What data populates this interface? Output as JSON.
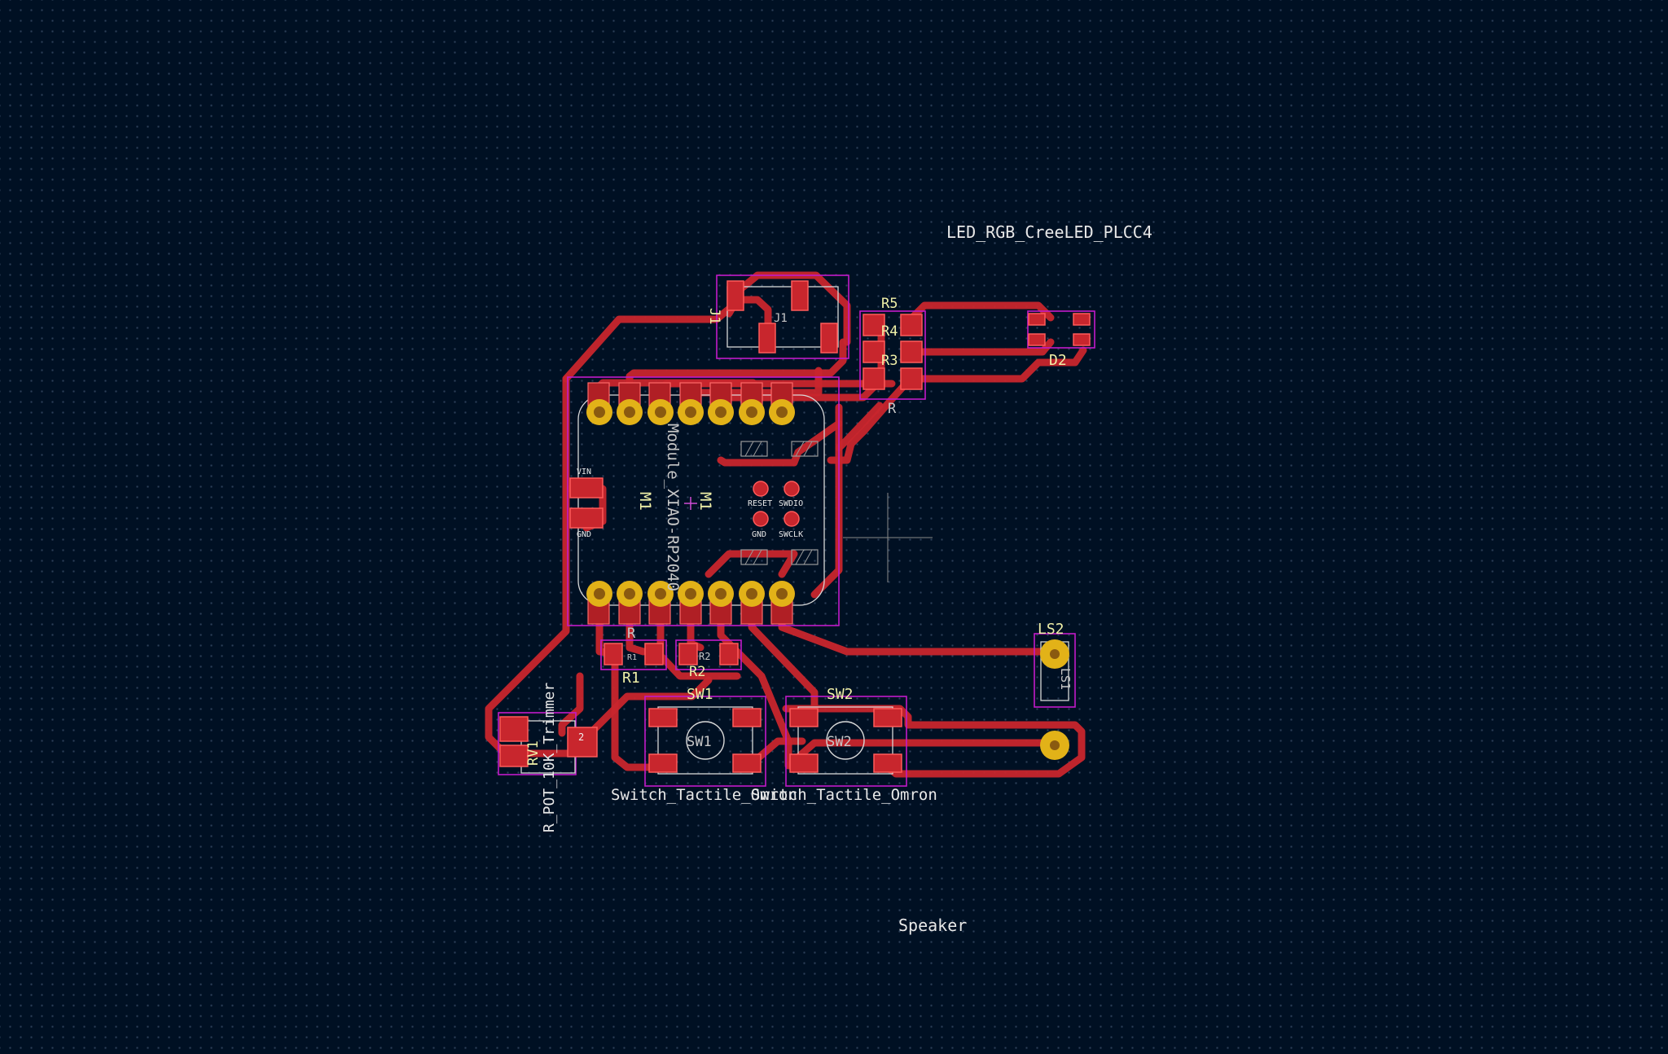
{
  "labels": {
    "led_footprint": "LED_RGB_CreeLED_PLCC4",
    "speaker_value": "Speaker",
    "module_value": "Module_XIAO-RP2040",
    "module_ref": "M1",
    "module_ref_fab": "M1",
    "switch1_value": "Switch_Tactile_Omron",
    "switch2_value": "Switch_Tactile_Omron",
    "pot_value": "R_POT_10K_Trimmer",
    "pot_ref": "RV1",
    "sw1_ref": "SW1",
    "sw1_fab": "SW1",
    "sw2_ref": "SW2",
    "sw2_fab": "SW2",
    "r1_ref": "R1",
    "r1_value": "R",
    "r1_fab": "R1",
    "r2_ref": "R2",
    "r2_fab": "R2",
    "r3_ref": "R3",
    "r4_ref": "R4",
    "r5_ref": "R5",
    "r_value": "R",
    "d2_ref": "D2",
    "ls2_ref": "LS2",
    "ls1_fab": "LS1",
    "j1_ref": "J1",
    "j1_fab": "J1",
    "pin_vin": "VIN",
    "pin_gnd_side": "GND",
    "pin_reset": "RESET",
    "pin_swdio": "SWDIO",
    "pin_gnd": "GND",
    "pin_swclk": "SWCLK",
    "pot_pin2": "2"
  },
  "colors": {
    "background": "#001023",
    "copper": "#c8262d",
    "courtyard": "#c21ac9",
    "pad_plated": "#e2b218",
    "silkscreen": "#e8e8e8",
    "reference": "#f0f0a8"
  }
}
